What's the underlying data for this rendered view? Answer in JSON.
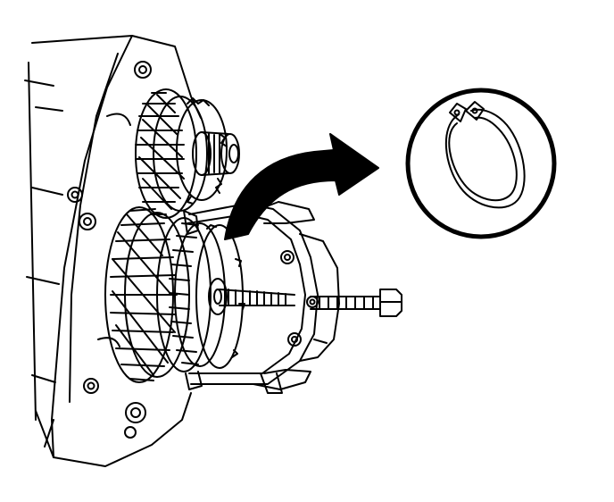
{
  "figure": {
    "background": "#ffffff",
    "line_color": "#000000",
    "components": [
      "transmission-case",
      "helical-gear-upper",
      "helical-gear-lower",
      "output-shaft-stub",
      "gear-puller",
      "forcing-screw",
      "removal-arrow",
      "snap-ring-inset"
    ]
  }
}
